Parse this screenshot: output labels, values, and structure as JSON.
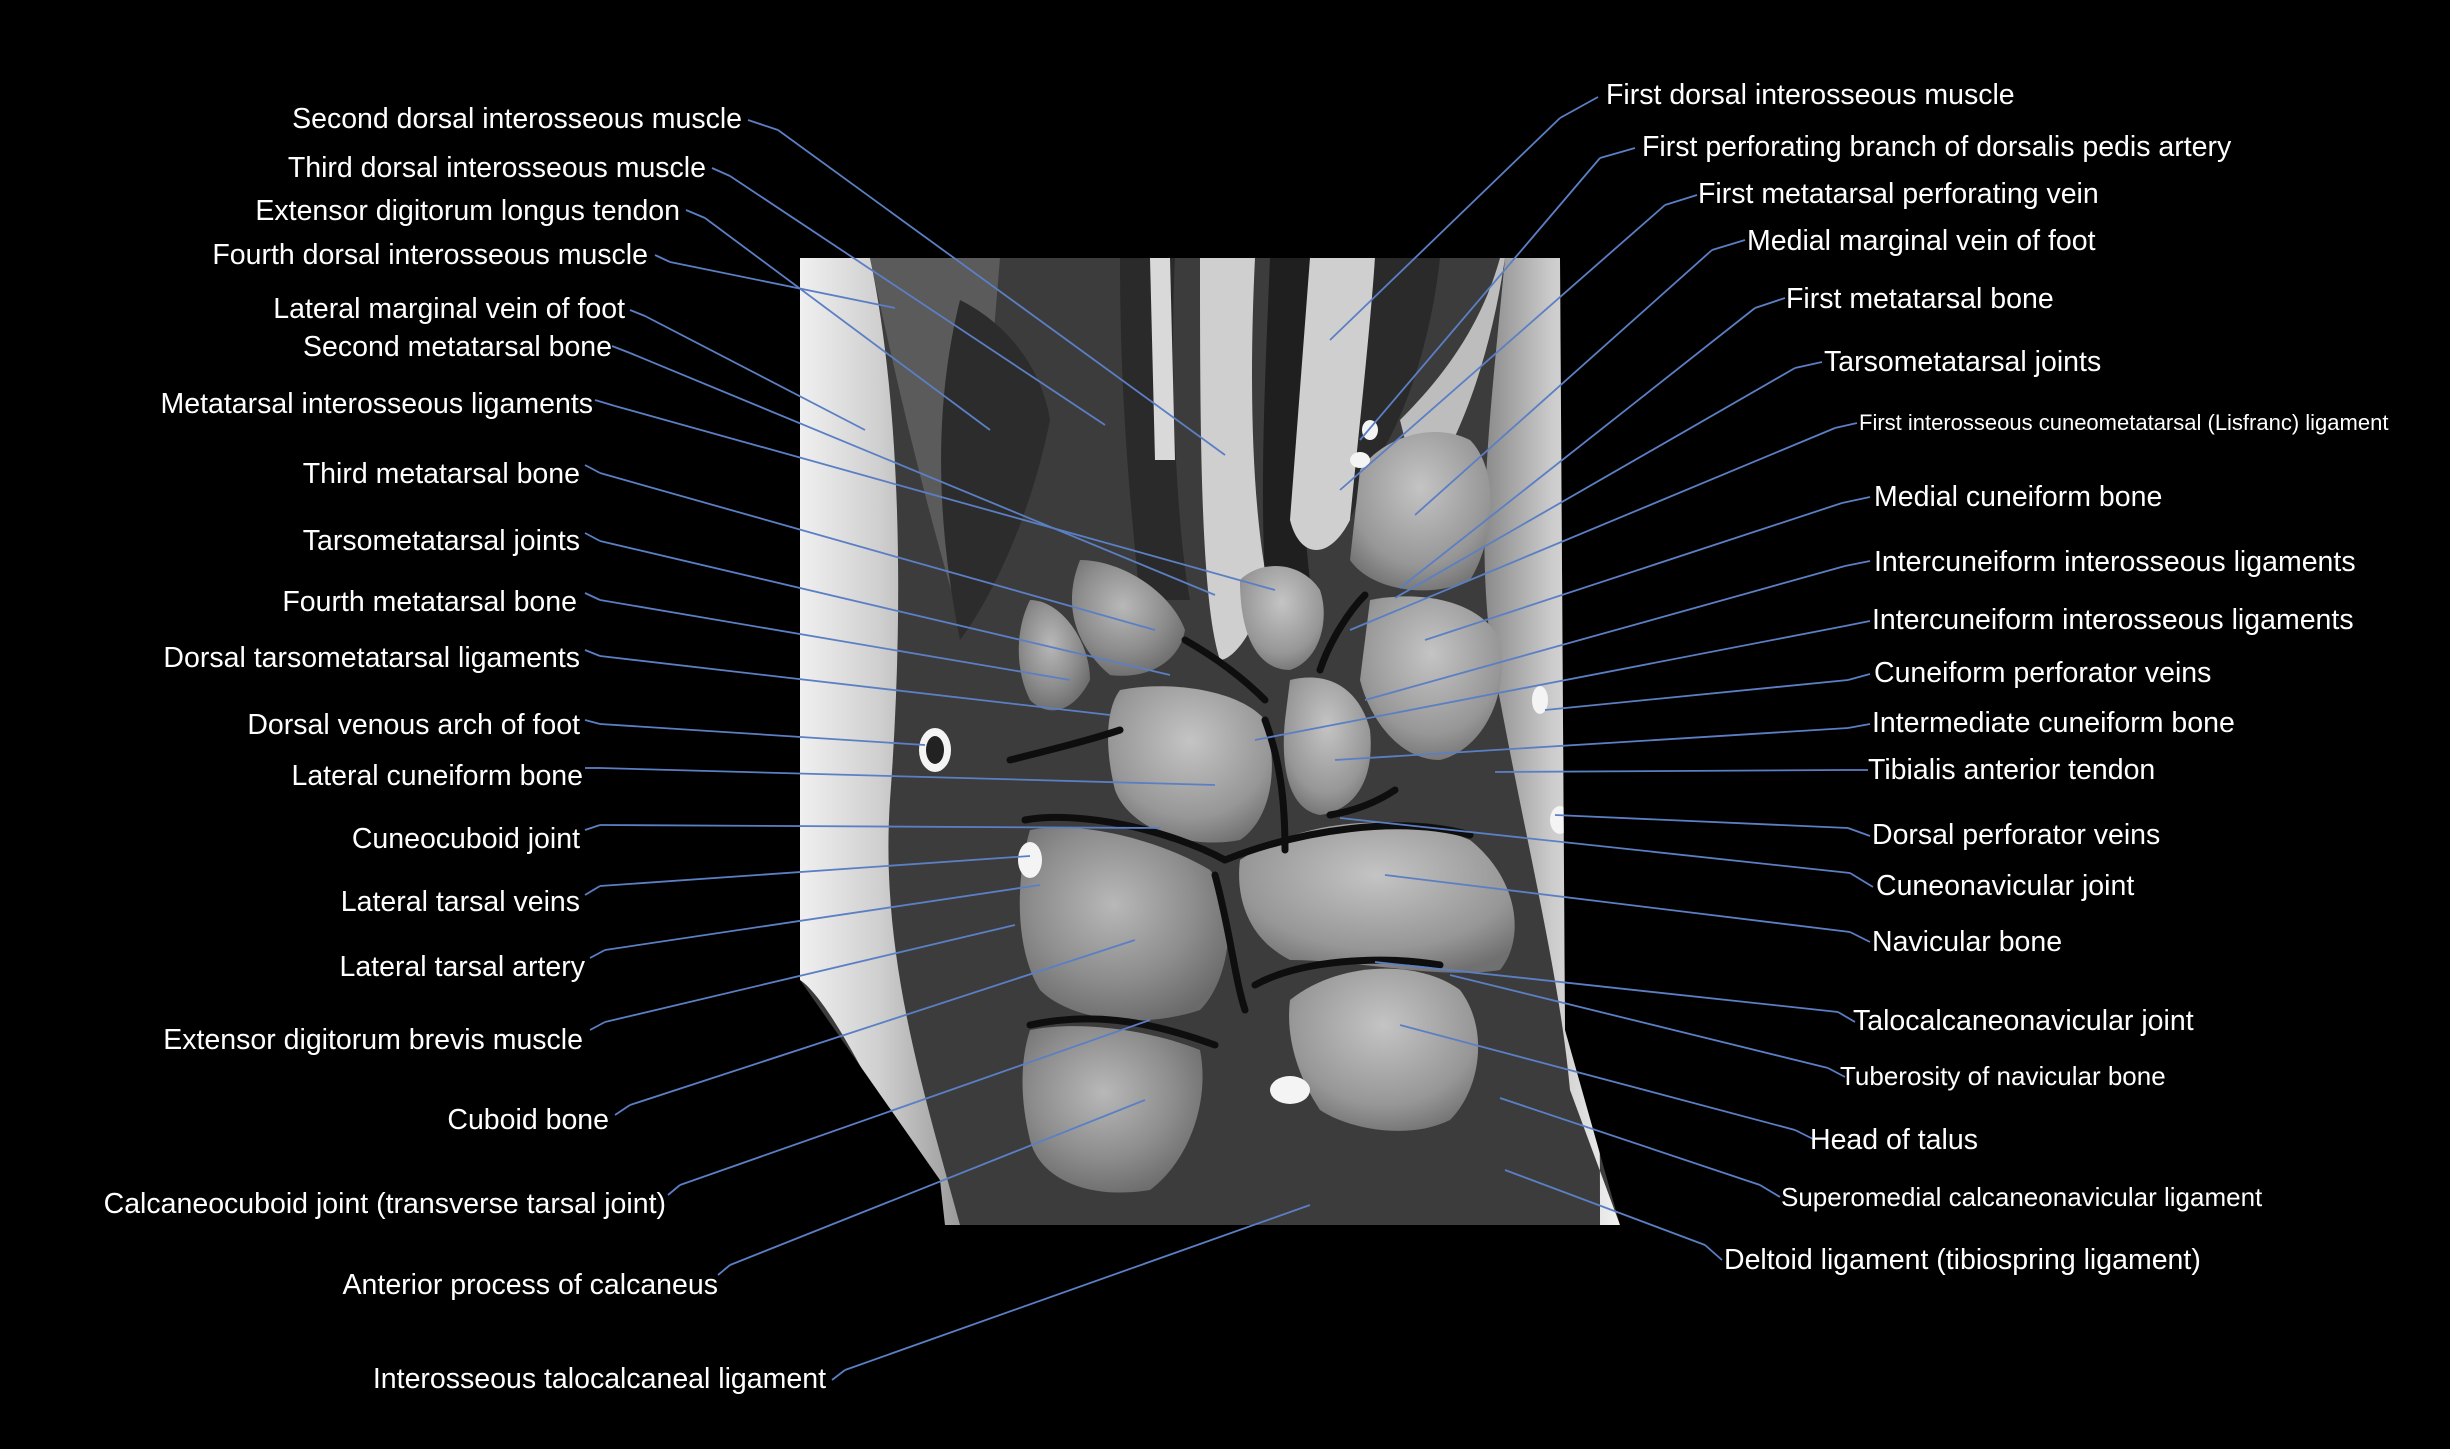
{
  "figure": {
    "background_color": "#000000",
    "label_color": "#ffffff",
    "leader_line_color": "#5b7fc4",
    "image_subject": "MRI coronal section of the midfoot and tarsal bones (T1-weighted, grayscale)"
  },
  "labels_left": [
    "Second dorsal interosseous muscle",
    "Third dorsal interosseous muscle",
    "Extensor digitorum longus tendon",
    "Fourth dorsal interosseous muscle",
    "Lateral marginal vein of foot",
    "Second metatarsal bone",
    "Metatarsal interosseous ligaments",
    "Third metatarsal bone",
    "Tarsometatarsal joints",
    "Fourth metatarsal bone",
    "Dorsal tarsometatarsal ligaments",
    "Dorsal venous arch of foot",
    "Lateral cuneiform bone",
    "Cuneocuboid joint",
    "Lateral tarsal veins",
    "Lateral tarsal artery",
    "Extensor digitorum brevis muscle",
    "Cuboid bone",
    "Calcaneocuboid joint (transverse tarsal joint)",
    "Anterior process of calcaneus",
    "Interosseous talocalcaneal ligament"
  ],
  "labels_right": [
    "First dorsal interosseous muscle",
    "First perforating branch of dorsalis pedis artery",
    "First metatarsal perforating vein",
    "Medial marginal vein of foot",
    "First metatarsal bone",
    "Tarsometatarsal joints",
    "First interosseous cuneometatarsal (Lisfranc) ligament",
    "Medial cuneiform bone",
    "Intercuneiform interosseous ligaments",
    "Intercuneiform interosseous ligaments",
    "Cuneiform perforator veins",
    "Intermediate cuneiform bone",
    "Tibialis anterior tendon",
    "Dorsal perforator veins",
    "Cuneonavicular joint",
    "Navicular bone",
    "Talocalcaneonavicular joint",
    "Tuberosity of navicular bone",
    "Head of talus",
    "Superomedial calcaneonavicular ligament",
    "Deltoid ligament (tibiospring ligament)"
  ]
}
